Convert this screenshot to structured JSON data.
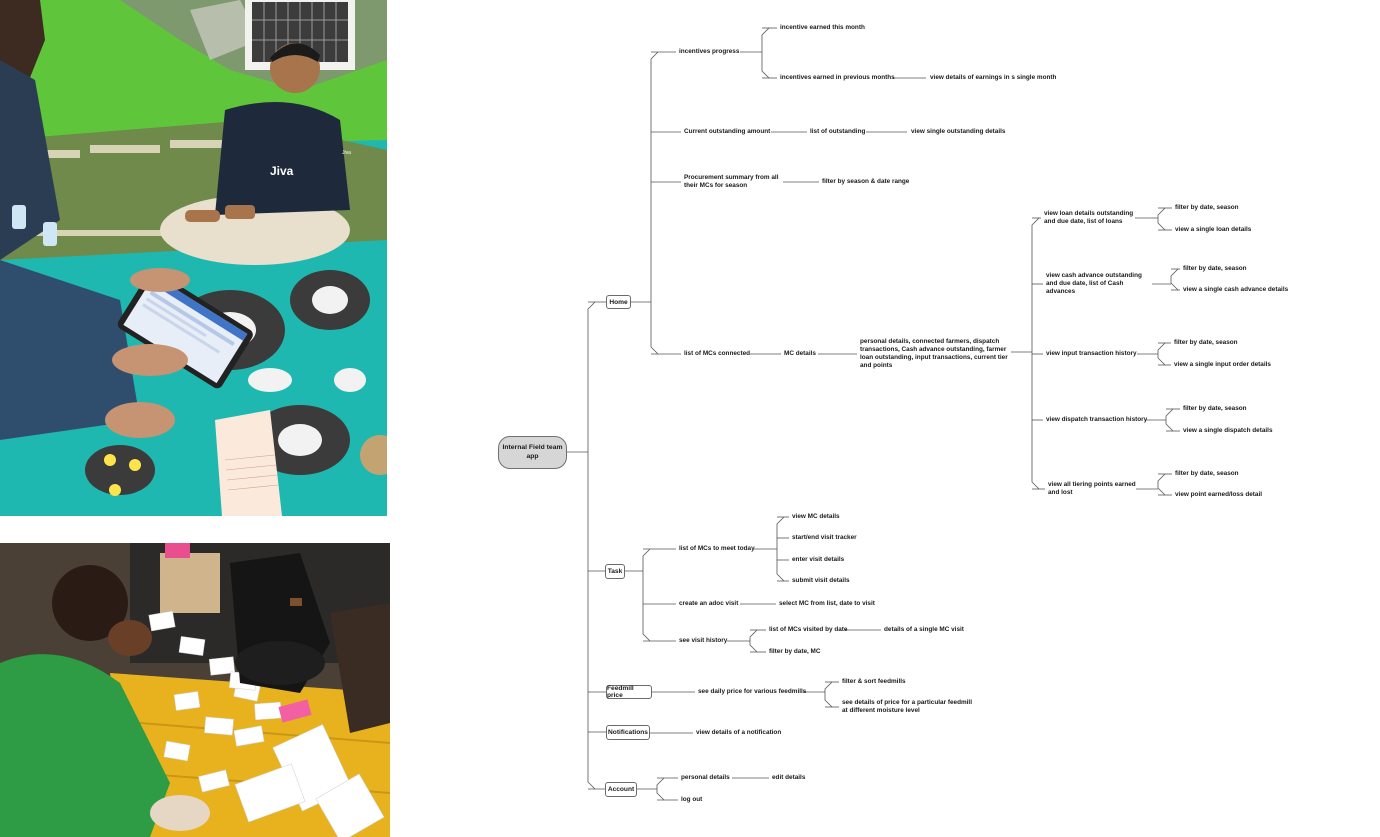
{
  "photos": {
    "top": {
      "shirt_logo": "Jiva",
      "shirt_badge": "Jiva"
    },
    "bottom": {}
  },
  "map": {
    "root": "Internal Field team app",
    "sections": {
      "home": "Home",
      "task": "Task",
      "feedmill": "Feedmill price",
      "notifications": "Notifications",
      "account": "Account"
    },
    "home": {
      "incentives": "incentives progress",
      "incentive_month": "incentive earned this month",
      "incentives_prev": "incentives earned in previous months",
      "incentives_prev_detail": "view details of earnings in s single month",
      "outstanding": "Current outstanding amount",
      "outstanding_list": "list of outstanding",
      "outstanding_single": "view single outstanding details",
      "procurement": "Procurement summary from all their MCs for season",
      "procurement_filter": "filter by season & date range",
      "mcs_connected": "list of MCs connected",
      "mc_details": "MC details",
      "mc_details_desc": "personal details, connected farmers, dispatch transactions, Cash advance outstanding, farmer loan outstanding, input transactions, current tier and points",
      "loans": "view loan details outstanding and due date, list of loans",
      "loans_filter": "filter by date, season",
      "loans_single": "view a single loan details",
      "cash": "view cash advance outstanding and due date, list of Cash advances",
      "cash_filter": "filter by date, season",
      "cash_single": "view a single cash advance details",
      "input": "view input transaction history",
      "input_filter": "filter by date, season",
      "input_single": "view a single input order details",
      "dispatch": "view dispatch transaction history",
      "dispatch_filter": "filter by date, season",
      "dispatch_single": "view a single dispatch details",
      "tiering": "view all tiering points earned and lost",
      "tiering_filter": "filter by date, season",
      "tiering_single": "view point earned/loss detail"
    },
    "task": {
      "meet_today": "list of MCs to meet today",
      "view_mc": "view MC details",
      "tracker": "start/end visit tracker",
      "enter_visit": "enter visit details",
      "submit_visit": "submit visit details",
      "adhoc": "create an adoc visit",
      "adhoc_select": "select MC from list, date to visit",
      "history": "see visit history",
      "visited_by_date": "list of MCs visited by date",
      "single_visit": "details of a single MC visit",
      "filter_date_mc": "filter by date, MC"
    },
    "feedmill": {
      "daily_price": "see daily price for various feedmills",
      "filter_sort": "filter & sort feedmills",
      "price_details": "see details of price for a particular feedmill at different moisture level"
    },
    "notifications": {
      "view_detail": "view details of a notification"
    },
    "account": {
      "personal": "personal details",
      "edit": "edit details",
      "logout": "log out"
    }
  }
}
